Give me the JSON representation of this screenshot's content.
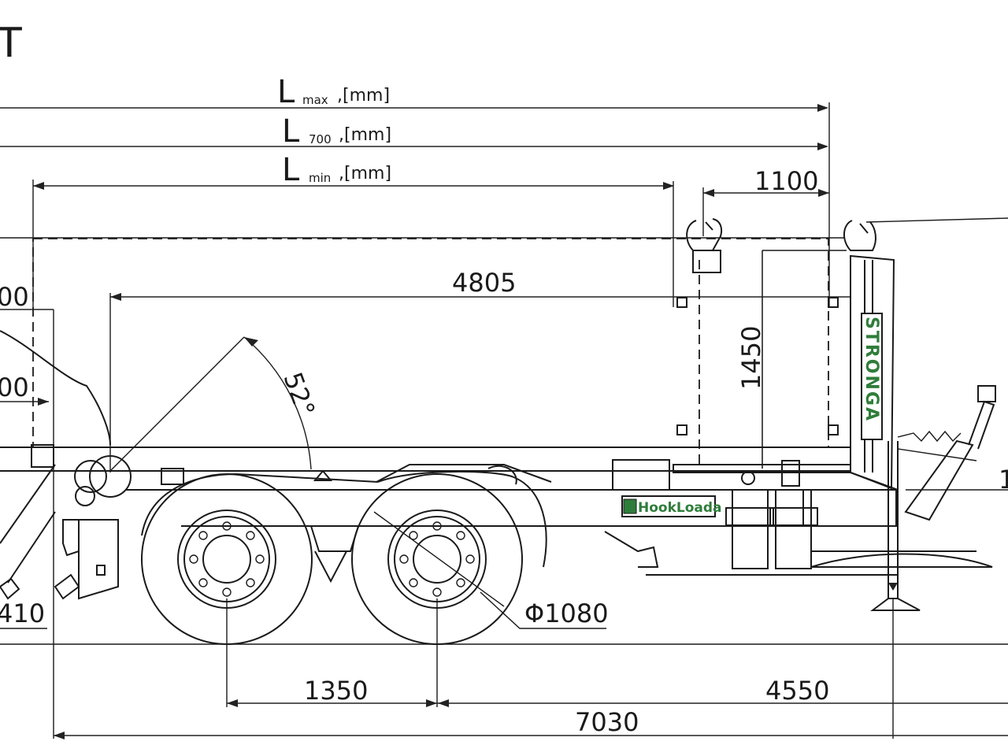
{
  "header": {
    "corner_letter": "T"
  },
  "labels": {
    "lmax": {
      "main": "L",
      "sub": "max",
      "unit": ",[mm]"
    },
    "l700": {
      "main": "L",
      "sub": "700",
      "unit": ",[mm]"
    },
    "lmin": {
      "main": "L",
      "sub": "min",
      "unit": ",[mm]"
    }
  },
  "dimensions": {
    "hook_offset": "1100",
    "body_length": "4805",
    "hook_height": "1450",
    "angle": "52°",
    "left_upper_partial": "00",
    "left_lower_partial": "00",
    "left_bottom_partial": "410",
    "right_partial": "1",
    "wheel_diameter": "Φ1080",
    "axle_spacing": "1350",
    "axle_to_rear": "4550",
    "overall_length": "7030"
  },
  "branding": {
    "vertical_logo": "STRONGA",
    "side_logo": "HookLoada",
    "colors": {
      "logo_green": "#2f7d3a",
      "line": "#1a1a1a"
    }
  }
}
